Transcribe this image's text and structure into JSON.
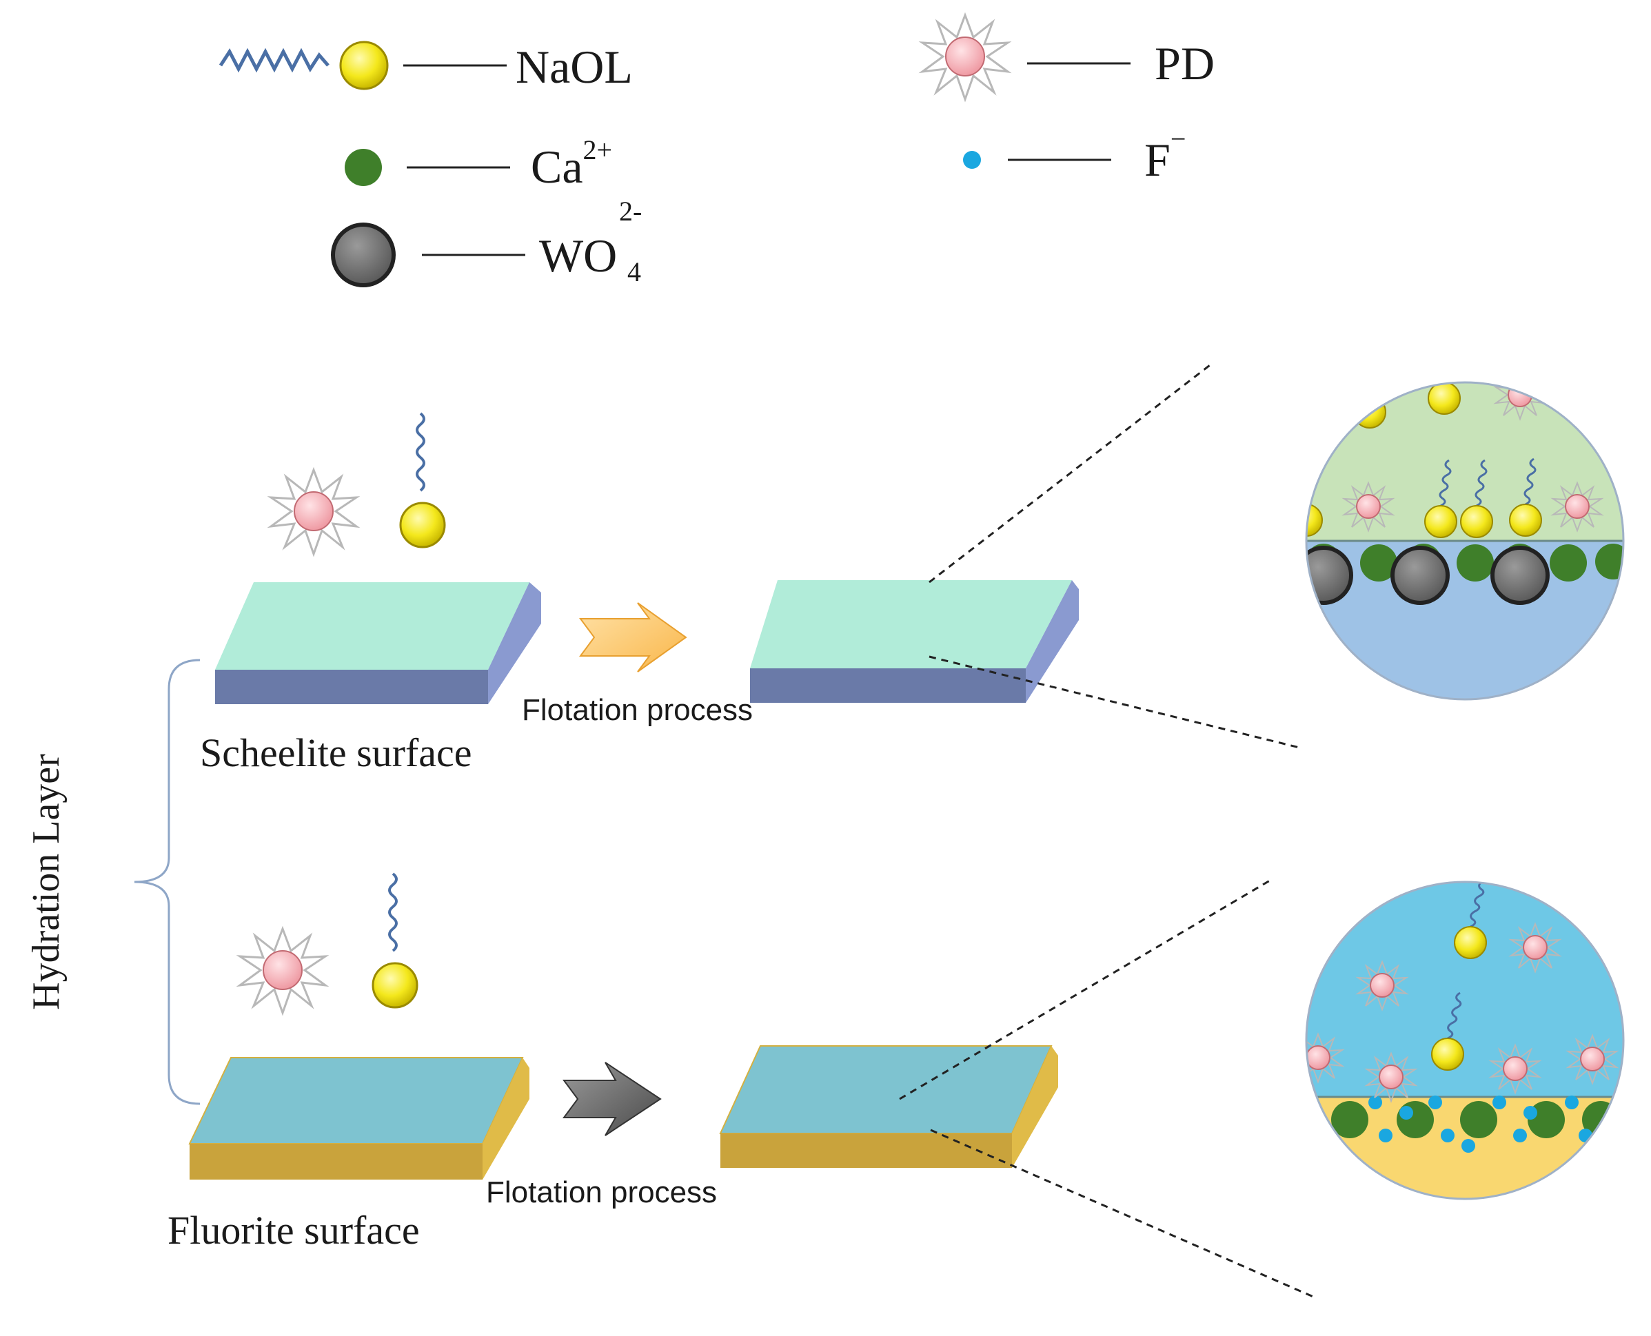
{
  "legend": {
    "naol": "NaOL",
    "ca_base": "Ca",
    "ca_sup": "2+",
    "wo4_base": "WO",
    "wo4_sub": "4",
    "wo4_sup": "2-",
    "pd": "PD",
    "f_base": "F",
    "f_sup": "−"
  },
  "labels": {
    "hydration_layer": "Hydration Layer",
    "scheelite_surface": "Scheelite surface",
    "fluorite_surface": "Fluorite surface",
    "flotation_process": "Flotation process"
  },
  "colors": {
    "naol_head": "#f4e81c",
    "naol_tail": "#4a6fa5",
    "calcium": "#3f7f2a",
    "tungstate": "#6e6e6e",
    "pd": "#f5a9b0",
    "fluoride": "#1aa7e0",
    "scheelite_top": "#b1ecd9",
    "scheelite_side": "#6a7aa8",
    "fluorite_top": "#7ec3d0",
    "fluorite_side": "#c9a33c",
    "scheelite_circle_upper": "#c8e3b9",
    "scheelite_circle_lower": "#9ec2e6",
    "fluorite_circle_upper": "#6ec8e6",
    "fluorite_circle_lower": "#f9d770",
    "arrow_scheelite": "#ffc870",
    "arrow_fluorite": "#6b6b6b"
  }
}
